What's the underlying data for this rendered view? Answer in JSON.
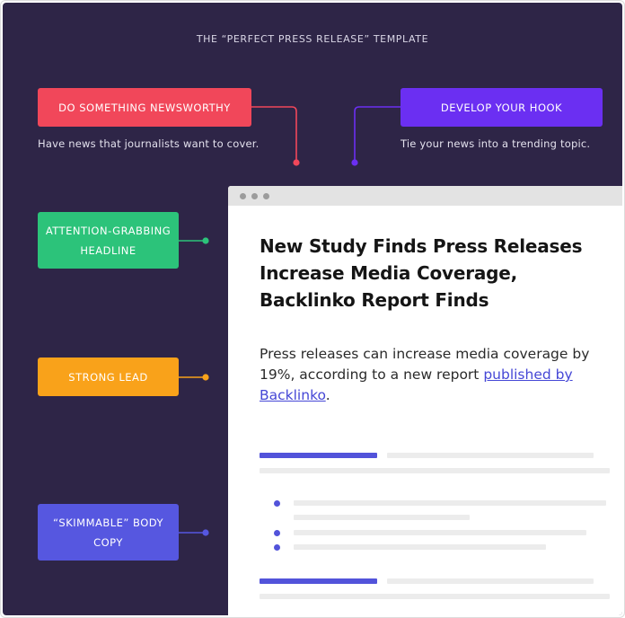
{
  "title": "THE “PERFECT PRESS RELEASE” TEMPLATE",
  "tags": {
    "newsworthy": {
      "label": "DO SOMETHING NEWSWORTHY",
      "sub": "Have news that journalists want to cover.",
      "color": "#f1475a"
    },
    "hook": {
      "label": "DEVELOP YOUR HOOK",
      "sub": "Tie your news into a trending topic.",
      "color": "#6b2ff2"
    },
    "headline": {
      "label": "ATTENTION-GRABBING HEADLINE",
      "color": "#2cc37a"
    },
    "lead": {
      "label": "STRONG LEAD",
      "color": "#f9a21a"
    },
    "body": {
      "label": "“SKIMMABLE” BODY COPY",
      "color": "#5657e0"
    }
  },
  "document": {
    "headline": "New Study Finds Press Releases Increase Media Coverage, Backlinko Report Finds",
    "lead_text": "Press releases can increase media coverage by 19%, according to a new report ",
    "lead_link": "published by Backlinko",
    "lead_end": "."
  },
  "colors": {
    "background": "#2e2547",
    "accent": "#5253da"
  }
}
